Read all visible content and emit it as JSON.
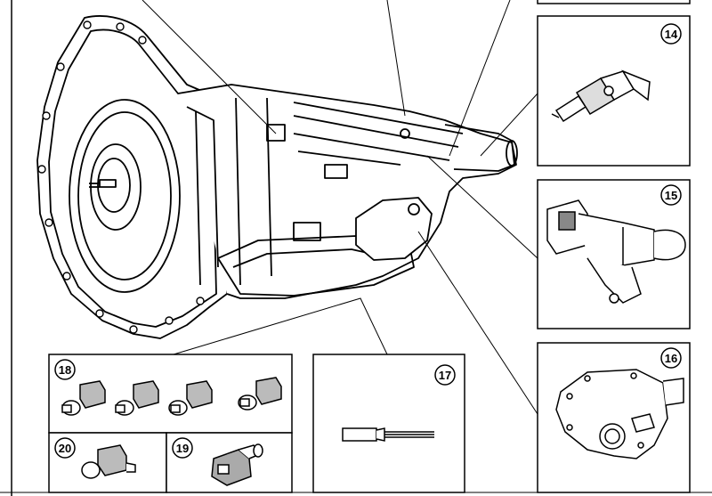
{
  "diagram": {
    "callouts": [
      {
        "id": "14",
        "label": "14"
      },
      {
        "id": "15",
        "label": "15"
      },
      {
        "id": "16",
        "label": "16"
      },
      {
        "id": "17",
        "label": "17"
      },
      {
        "id": "18",
        "label": "18"
      },
      {
        "id": "19",
        "label": "19"
      },
      {
        "id": "20",
        "label": "20"
      }
    ]
  }
}
